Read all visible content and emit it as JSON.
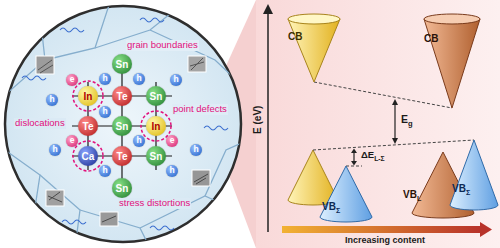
{
  "diagram": {
    "nodes": [
      {
        "text": [
          "Sn"
        ]
      },
      {
        "text": [
          "In"
        ]
      },
      {
        "text": [
          "Te"
        ]
      },
      {
        "text": [
          "Sn"
        ]
      },
      {
        "text": [
          "Te"
        ]
      },
      {
        "text": [
          "Sn"
        ]
      },
      {
        "text": [
          "In"
        ]
      },
      {
        "text": [
          "Ca"
        ]
      },
      {
        "text": [
          "Te"
        ]
      },
      {
        "text": [
          "Sn"
        ]
      },
      {
        "text": [
          "Sn"
        ]
      },
      {
        "text": [
          "h"
        ]
      },
      {
        "text": [
          "h"
        ]
      },
      {
        "text": [
          "h"
        ]
      },
      {
        "text": [
          "h"
        ]
      },
      {
        "text": [
          "h"
        ]
      },
      {
        "text": [
          "h"
        ]
      },
      {
        "text": [
          "h"
        ]
      },
      {
        "text": [
          "h"
        ]
      },
      {
        "text": [
          "h"
        ]
      },
      {
        "text": [
          "h"
        ]
      },
      {
        "text": [
          "e"
        ]
      },
      {
        "text": [
          "e"
        ]
      },
      {
        "text": [
          "e"
        ]
      },
      {
        "text": [
          "CB"
        ]
      },
      {
        "text": [
          "CB"
        ]
      },
      {
        "text": [
          "VBΣ"
        ]
      },
      {
        "text": [
          "VBL"
        ]
      },
      {
        "text": [
          "VBΣ"
        ]
      }
    ],
    "edges": [
      {
        "from": 24,
        "to": 25,
        "arrow": "none"
      }
    ],
    "labels": [
      "grain boundaries",
      "dislocations",
      "point defects",
      "stress distortions",
      "E (eV)",
      "Eg",
      "ΔEL-Σ",
      "Increasing content"
    ]
  }
}
